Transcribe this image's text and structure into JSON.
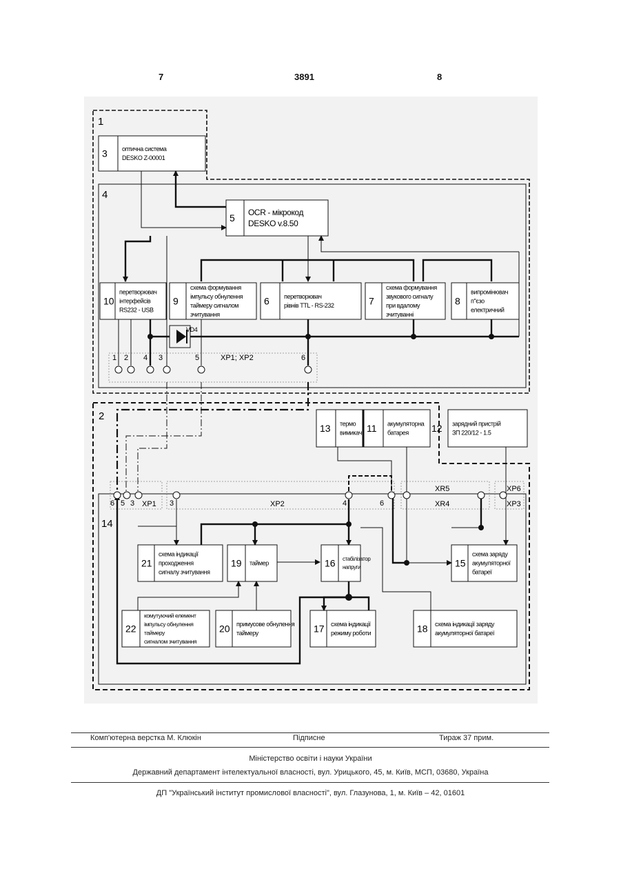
{
  "header": {
    "left_page": "7",
    "patent_number": "3891",
    "right_page": "8"
  },
  "diagram": {
    "blocks": {
      "b3": {
        "num": "3",
        "lines": [
          "оптична система",
          "DESKO Z-00001"
        ]
      },
      "b5": {
        "num": "5",
        "lines": [
          "OCR - мікрокод",
          "DESKO v.8.50"
        ]
      },
      "b10": {
        "num": "10",
        "lines": [
          "перетворювач",
          "інтерфейсів",
          "RS232 - USB"
        ]
      },
      "b9": {
        "num": "9",
        "lines": [
          "схема формування",
          "імпульсу обнулення",
          "таймеру сигналом",
          "зчитування"
        ]
      },
      "b6": {
        "num": "6",
        "lines": [
          "перетворювач",
          "рівнів TTL - RS-232"
        ]
      },
      "b7": {
        "num": "7",
        "lines": [
          "схема формування",
          "звукового сигналу",
          "при вдалому",
          "зчитуванні"
        ]
      },
      "b8": {
        "num": "8",
        "lines": [
          "випромінювач",
          "п\"єзо",
          "електричний"
        ]
      },
      "b13": {
        "num": "13",
        "lines": [
          "термо",
          "вимикач"
        ]
      },
      "b11": {
        "num": "11",
        "lines": [
          "акумуляторна",
          "батарея"
        ]
      },
      "b12": {
        "num": "12",
        "lines": [
          "зарядний пристрій",
          "ЗП 220/12 - 1.5"
        ]
      },
      "b21": {
        "num": "21",
        "lines": [
          "схема індикації",
          "проходження",
          "сигналу зчитування"
        ]
      },
      "b19": {
        "num": "19",
        "lines": [
          "таймер"
        ]
      },
      "b16": {
        "num": "16",
        "lines": [
          "стабілізатор",
          "напруги"
        ]
      },
      "b15": {
        "num": "15",
        "lines": [
          "схема заряду",
          "акумуляторної",
          "батареї"
        ]
      },
      "b22": {
        "num": "22",
        "lines": [
          "комутуючий елемент",
          "імпульсу обнулення",
          "таймеру",
          "сигналом зчитування"
        ]
      },
      "b20": {
        "num": "20",
        "lines": [
          "примусове обнулення",
          "таймеру"
        ]
      },
      "b17": {
        "num": "17",
        "lines": [
          "схема індикації",
          "режиму роботи"
        ]
      },
      "b18": {
        "num": "18",
        "lines": [
          "схема індикації заряду",
          "акумуляторної батареї"
        ]
      }
    },
    "group_labels": {
      "g1": "1",
      "g4": "4",
      "g2": "2",
      "g14": "14"
    },
    "labels": {
      "vd4": "VD4",
      "xp1xp2": "XP1; XP2",
      "xp1": "XP1",
      "xp2": "XP2",
      "xp3": "XP3",
      "xp4": "XR4",
      "xp5": "XR5",
      "xp6": "XP6"
    },
    "pins_top": [
      "1",
      "2",
      "4",
      "3",
      "5",
      "6"
    ],
    "pins_bottom": [
      "6",
      "5",
      "3",
      "3",
      "4",
      "6"
    ]
  },
  "footer": {
    "typesetting": "Комп'ютерна верстка М. Клюкін",
    "signed": "Підписне",
    "circulation": "Тираж 37 прим.",
    "ministry": "Міністерство освіти і науки України",
    "department": "Державний департамент інтелектуальної власності, вул. Урицького, 45, м. Київ, МСП, 03680, Україна",
    "publisher": "ДП \"Український інститут промислової власності\", вул. Глазунова, 1, м. Київ – 42, 01601"
  }
}
